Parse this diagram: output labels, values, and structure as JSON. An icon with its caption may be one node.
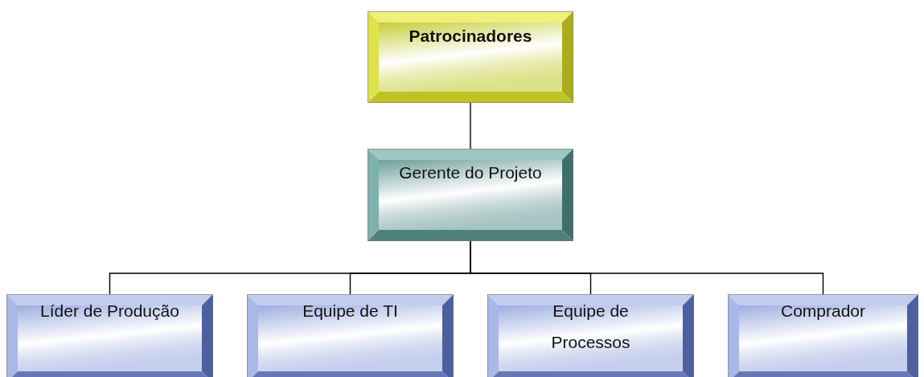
{
  "diagram": {
    "nodes": [
      {
        "text": [
          "Patrocinadores"
        ]
      },
      {
        "text": [
          "Gerente do Projeto"
        ]
      },
      {
        "text": [
          "Líder de Produção"
        ]
      },
      {
        "text": [
          "Equipe de TI"
        ]
      },
      {
        "text": [
          "Equipe de Processos"
        ]
      },
      {
        "text": [
          "Comprador"
        ]
      }
    ],
    "edges": [
      {
        "from": 0,
        "to": 1,
        "arrow": "none"
      },
      {
        "from": 1,
        "to": 2,
        "arrow": "none"
      },
      {
        "from": 1,
        "to": 3,
        "arrow": "none"
      },
      {
        "from": 1,
        "to": 4,
        "arrow": "none"
      },
      {
        "from": 1,
        "to": 5,
        "arrow": "none"
      }
    ]
  }
}
